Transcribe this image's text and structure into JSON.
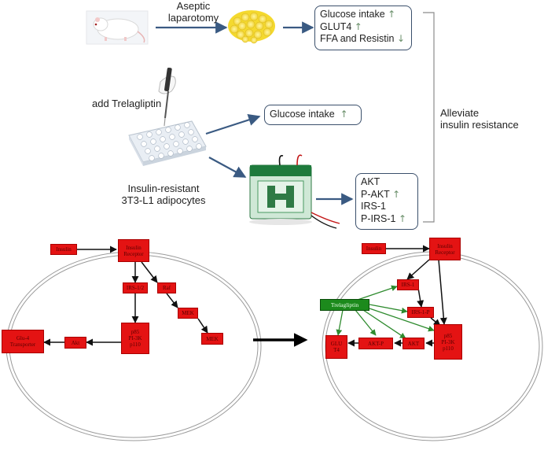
{
  "top": {
    "step1_label": "Aseptic\nlaparotomy",
    "result_box1": [
      {
        "text": "Glucose intake",
        "arrow": "↑"
      },
      {
        "text": "GLUT4",
        "arrow": "↑"
      },
      {
        "text": "FFA and Resistin",
        "arrow": "↓"
      }
    ],
    "treatment_label": "add Trelagliptin",
    "result_box2": [
      {
        "text": "Glucose intake",
        "arrow": "↑"
      }
    ],
    "cells_label": "Insulin-resistant\n3T3-L1 adipocytes",
    "result_box3": [
      {
        "text": "AKT",
        "arrow": ""
      },
      {
        "text": "P-AKT",
        "arrow": "↑"
      },
      {
        "text": "IRS-1",
        "arrow": ""
      },
      {
        "text": "P-IRS-1",
        "arrow": "↑"
      }
    ],
    "conclusion": "Alleviate\ninsulin resistance"
  },
  "left_cell": {
    "insulin": "Insulin",
    "receptor": "Insulin\nReceptor",
    "irs": "IRS-1/2",
    "raf": "Raf",
    "mek1": "MEK",
    "mek2": "MEK",
    "pi3k": "p85\nPI-3K\np110",
    "akt": "Akt",
    "glut": "Glu-4\nTransporter"
  },
  "right_cell": {
    "insulin": "Insulin",
    "receptor": "Insulin\nReceptor",
    "irs": "IRS-1",
    "irsp": "IRS-1-P",
    "drug": "Trelagliptin",
    "pi3k": "p85\nPI-3K\np110",
    "akt": "AKT",
    "aktp": "AKT-P",
    "glut": "GLU\nT4"
  },
  "colors": {
    "node_red": "#e41313",
    "drug_green": "#1c8a1c",
    "flow_arrow": "#3a5a82",
    "green_arrow": "#2e8b2e"
  }
}
